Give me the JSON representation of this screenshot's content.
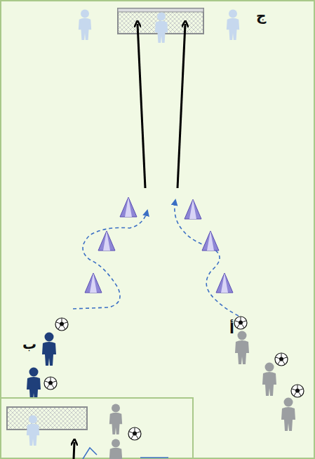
{
  "diagram": {
    "labels": [
      "ج",
      "ب",
      "أ"
    ]
  }
}
